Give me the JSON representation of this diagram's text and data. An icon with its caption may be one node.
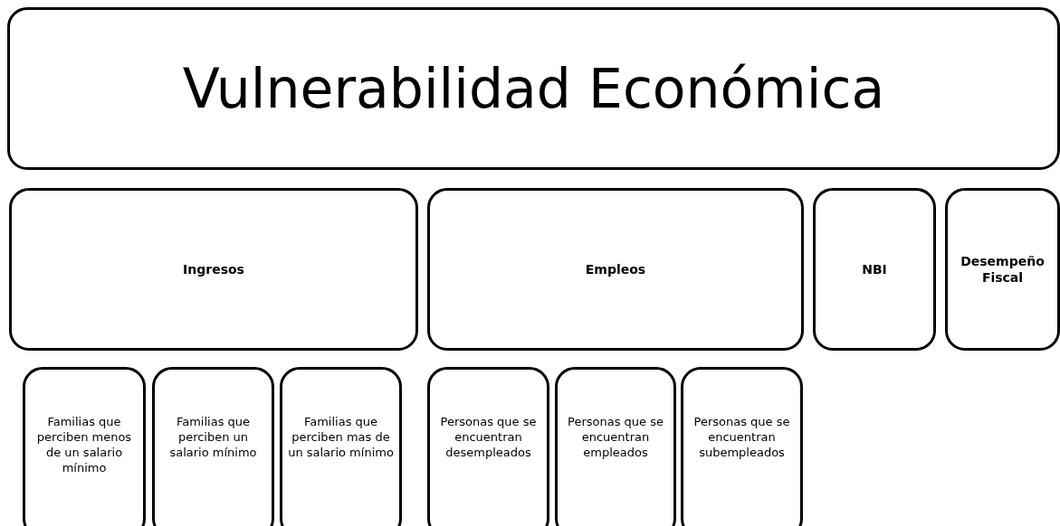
{
  "diagram": {
    "nodes": [
      {
        "text": [
          "Vulnerabilidad Económica"
        ]
      },
      {
        "text": [
          "Ingresos"
        ]
      },
      {
        "text": [
          "Empleos"
        ]
      },
      {
        "text": [
          "NBI"
        ]
      },
      {
        "text": [
          "Desempeño Fiscal"
        ]
      },
      {
        "text": [
          "Familias que perciben menos de un salario mínimo"
        ]
      },
      {
        "text": [
          "Familias que perciben un salario mínimo"
        ]
      },
      {
        "text": [
          "Familias que perciben mas de un salario mínimo"
        ]
      },
      {
        "text": [
          "Personas que se encuentran desempleados"
        ]
      },
      {
        "text": [
          "Personas que se encuentran empleados"
        ]
      },
      {
        "text": [
          "Personas que se encuentran subempleados"
        ]
      }
    ],
    "edges": []
  }
}
